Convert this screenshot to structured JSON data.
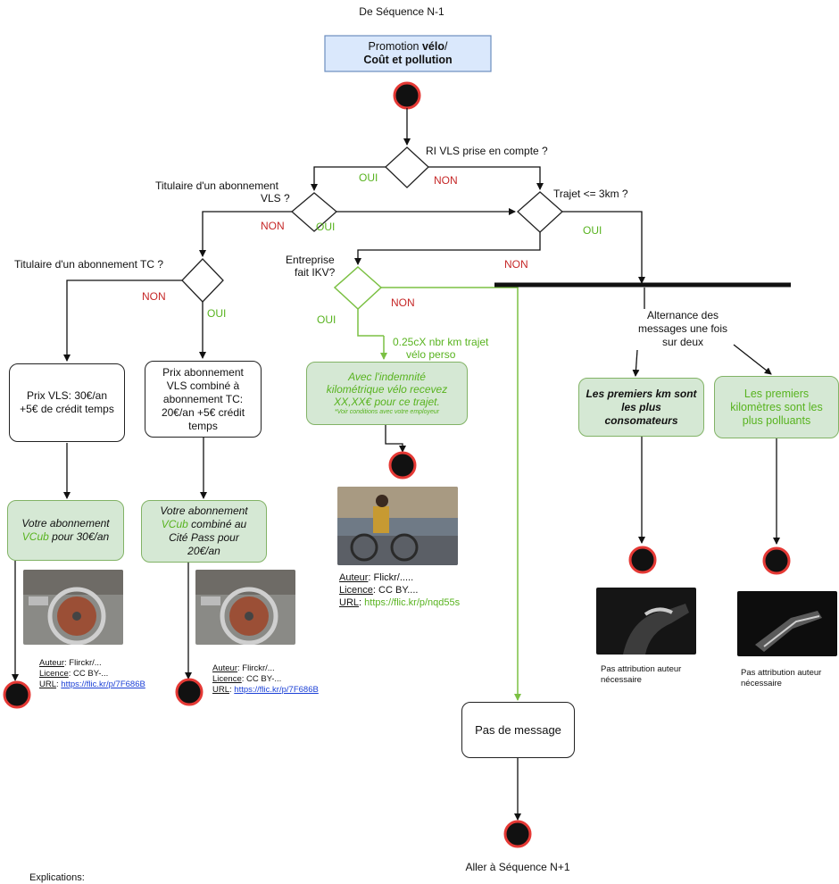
{
  "header": {
    "top_label": "De Séquence N-1",
    "bottom_label": "Aller à Séquence N+1",
    "footer_label": "Explications:"
  },
  "start_box": {
    "line1_normal": "Promotion ",
    "line1_bold": "vélo",
    "line1_tail": "/",
    "line2": "Coût et pollution"
  },
  "decisions": {
    "ri_vls": "RI VLS prise en compte ?",
    "vls_sub_1": "Titulaire d'un abonnement",
    "vls_sub_2": "VLS ?",
    "trajet": "Trajet <= 3km ?",
    "tc_sub": "Titulaire d'un abonnement TC ?",
    "ikv_1": "Entreprise",
    "ikv_2": "fait IKV?"
  },
  "edge_labels": {
    "oui": "OUI",
    "non": "NON"
  },
  "ikv_formula": {
    "line1": "0.25cX nbr km trajet",
    "line2": "vélo perso"
  },
  "alternance": {
    "line1": "Alternance des",
    "line2": "messages une fois",
    "line3": "sur deux"
  },
  "boxes": {
    "prix_vls": {
      "l1": "Prix VLS: 30€/an",
      "l2": "+5€ de crédit temps"
    },
    "prix_combine": {
      "l1": "Prix abonnement",
      "l2": "VLS combiné à",
      "l3": "abonnement TC:",
      "l4": "20€/an +5€ crédit",
      "l5": "temps"
    },
    "msg_vls": {
      "l1": "Votre abonnement",
      "l2a": "VCub",
      "l2b": " pour 30€/an"
    },
    "msg_combine": {
      "l1": "Votre abonnement",
      "l2a": "VCub",
      "l2b": " combiné au",
      "l3": "Cité Pass pour",
      "l4": "20€/an"
    },
    "msg_ikv": {
      "l1": "Avec l'indemnité",
      "l2": "kilométrique vélo recevez",
      "l3": "XX,XX€ pour ce trajet.",
      "note": "*Voir conditions avec votre employeur"
    },
    "msg_conso": {
      "l1": "Les premiers km sont",
      "l2": "les plus",
      "l3": "consomateurs"
    },
    "msg_pollu": {
      "l1": "Les premiers",
      "l2": "kilomètres sont les",
      "l3": "plus polluants"
    },
    "pas_message": "Pas de message"
  },
  "attributions": {
    "a1": {
      "auteur_k": "Auteur",
      "auteur_v": ": Flirckr/...",
      "licence_k": "Licence",
      "licence_v": ": CC BY-...",
      "url_k": "URL",
      "url_v": "https://flic.kr/p/7F686B"
    },
    "a2": {
      "auteur_k": "Auteur",
      "auteur_v": ": Flirckr/...",
      "licence_k": "Licence",
      "licence_v": ": CC BY-...",
      "url_k": "URL",
      "url_v": "https://flic.kr/p/7F686B"
    },
    "a3": {
      "auteur_k": "Auteur",
      "auteur_v": ": Flickr/.....",
      "licence_k": "Licence",
      "licence_v": ": CC BY....",
      "url_k": "URL",
      "url_v": "https://flic.kr/p/nqd55s"
    },
    "a4": {
      "l1": "Pas attribution auteur",
      "l2": "nécessaire"
    },
    "a5": {
      "l1": "Pas attribution auteur",
      "l2": "nécessaire"
    }
  },
  "colors": {
    "start_fill": "#dae8fc",
    "start_stroke": "#6c8ebf",
    "green_fill": "#d5e8d4",
    "green_stroke": "#82b366",
    "green_line": "#7bc043",
    "end_ring": "#e53935",
    "no_red": "#c62828",
    "yes_green": "#58b31f"
  }
}
